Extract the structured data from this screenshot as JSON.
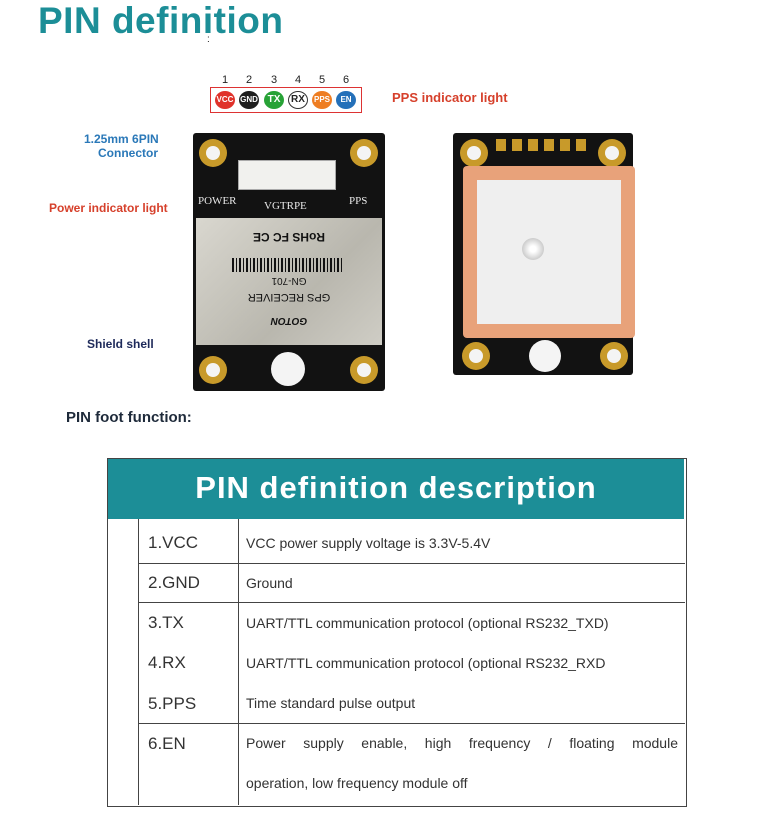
{
  "title": "PIN definition",
  "colon_mark": ":",
  "pins": {
    "numbers": [
      "1",
      "2",
      "3",
      "4",
      "5",
      "6"
    ],
    "chips": [
      {
        "label": "VCC",
        "color": "#e0322b"
      },
      {
        "label": "GND",
        "color": "#1e1e1e"
      },
      {
        "label": "TX",
        "color": "#27a236"
      },
      {
        "label": "RX",
        "color": "#ffffff"
      },
      {
        "label": "PPS",
        "color": "#ee7d22"
      },
      {
        "label": "EN",
        "color": "#2470b9"
      }
    ]
  },
  "labels": {
    "pps_light": "PPS indicator light",
    "connector_1": "1.25mm 6PIN",
    "connector_2": "Connector",
    "power_light": "Power indicator light",
    "shield_shell": "Shield shell",
    "pin_foot": "PIN foot function:"
  },
  "board": {
    "silk_power": "POWER",
    "silk_vgtrpe": "VGTRPE",
    "silk_pps": "PPS",
    "marks": "RoHS   FC  CE",
    "model": "GN-701",
    "product": "GPS RECEIVER",
    "brand": "GOTON"
  },
  "table": {
    "title": "PIN definition description",
    "rows": [
      {
        "pin": "1.VCC",
        "desc": "VCC power supply voltage is 3.3V-5.4V"
      },
      {
        "pin": "2.GND",
        "desc": "Ground"
      },
      {
        "pin": "3.TX",
        "desc": "UART/TTL communication protocol (optional RS232_TXD)"
      },
      {
        "pin": "4.RX",
        "desc": "UART/TTL communication protocol (optional RS232_RXD"
      },
      {
        "pin": "5.PPS",
        "desc": "Time standard pulse output"
      },
      {
        "pin": "6.EN",
        "desc": "Power supply enable, high frequency / floating module",
        "desc2": "operation, low frequency module off"
      }
    ]
  },
  "colors": {
    "accent": "#1c8e97",
    "label_red": "#d6402b",
    "label_blue": "#2a78b8"
  }
}
